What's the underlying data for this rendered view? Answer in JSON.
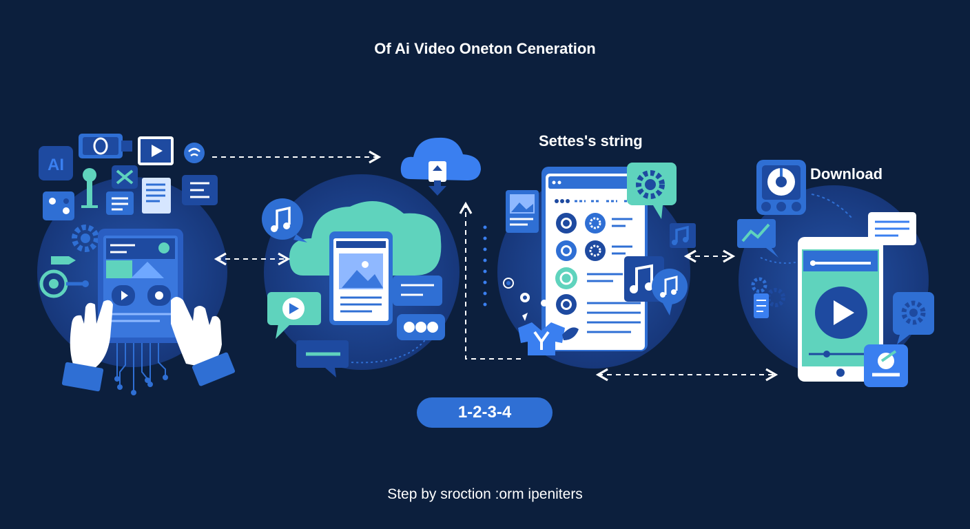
{
  "title": "Of Ai Video Oneton Ceneration",
  "stage1": {
    "ai_badge": "AI"
  },
  "stage3": {
    "label": "Settes's string"
  },
  "stage4": {
    "label": "Download"
  },
  "steps": "1-2-3-4",
  "footer": "Step by sroction :orm ipeniters",
  "colors": {
    "background": "#0c1f3d",
    "circle": "#1b3f87",
    "accent_blue": "#2f6fd4",
    "accent_teal": "#5fd3bd",
    "panel_white": "#ffffff"
  }
}
